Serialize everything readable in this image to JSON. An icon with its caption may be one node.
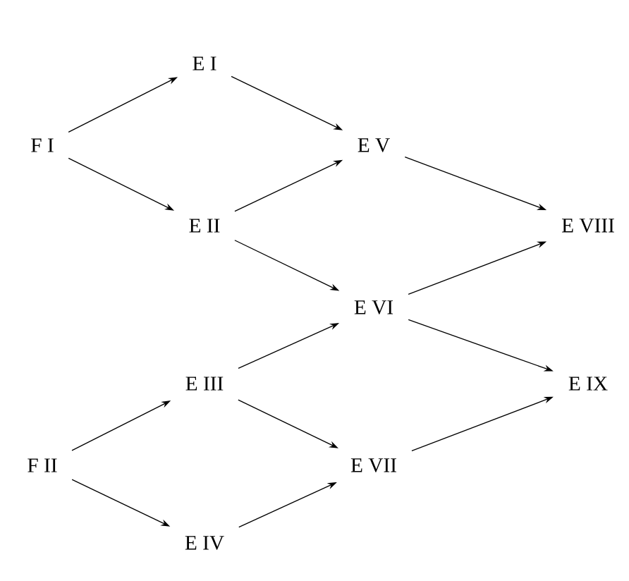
{
  "diagram": {
    "nodes": [
      {
        "text": [
          "F I"
        ]
      },
      {
        "text": [
          "E I"
        ]
      },
      {
        "text": [
          "E II"
        ]
      },
      {
        "text": [
          "E V"
        ]
      },
      {
        "text": [
          "E VIII"
        ]
      },
      {
        "text": [
          "E VI"
        ]
      },
      {
        "text": [
          "E III"
        ]
      },
      {
        "text": [
          "E IX"
        ]
      },
      {
        "text": [
          "F II"
        ]
      },
      {
        "text": [
          "E VII"
        ]
      },
      {
        "text": [
          "E IV"
        ]
      }
    ],
    "edges": [
      {
        "from": 0,
        "to": 1,
        "arrow": "to"
      },
      {
        "from": 0,
        "to": 2,
        "arrow": "to"
      },
      {
        "from": 1,
        "to": 3,
        "arrow": "to"
      },
      {
        "from": 2,
        "to": 3,
        "arrow": "to"
      },
      {
        "from": 2,
        "to": 5,
        "arrow": "to"
      },
      {
        "from": 3,
        "to": 4,
        "arrow": "to"
      },
      {
        "from": 5,
        "to": 4,
        "arrow": "to"
      },
      {
        "from": 5,
        "to": 7,
        "arrow": "to"
      },
      {
        "from": 6,
        "to": 5,
        "arrow": "to"
      },
      {
        "from": 6,
        "to": 9,
        "arrow": "to"
      },
      {
        "from": 8,
        "to": 6,
        "arrow": "to"
      },
      {
        "from": 8,
        "to": 10,
        "arrow": "to"
      },
      {
        "from": 10,
        "to": 9,
        "arrow": "to"
      },
      {
        "from": 9,
        "to": 7,
        "arrow": "to"
      }
    ]
  }
}
